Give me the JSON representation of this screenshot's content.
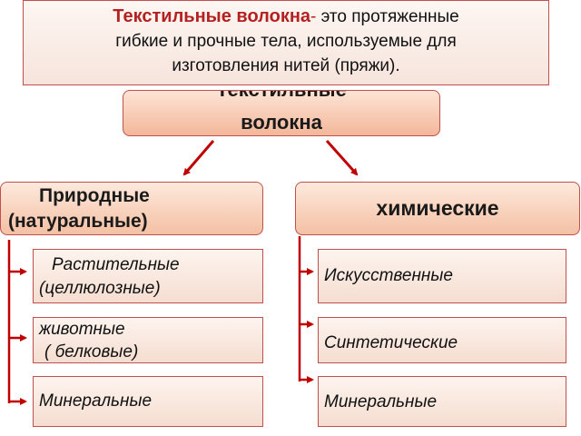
{
  "definition": {
    "term": "Текстильные волокна",
    "dash": "-",
    "text_line1": " это протяженные",
    "text_line2": "гибкие и прочные тела, используемые для",
    "text_line3": "изготовления нитей (пряжи)."
  },
  "root": {
    "line1": "Текстильные",
    "line2": "волокна"
  },
  "categories": {
    "natural": {
      "line1": "Природные",
      "line2": "(натуральные)"
    },
    "chemical": {
      "label": "химические"
    }
  },
  "natural_types": [
    {
      "line1": "Растительные",
      "line2": "(целлюлозные)"
    },
    {
      "line1": "животные",
      "line2": "( белковые)"
    },
    {
      "line1": "Минеральные"
    }
  ],
  "chemical_types": [
    {
      "line1": "Искусственные"
    },
    {
      "line1": "Синтетические"
    },
    {
      "line1": "Минеральные"
    }
  ],
  "colors": {
    "border": "#c0504d",
    "arrow": "#c00000",
    "term_text": "#b42121"
  }
}
